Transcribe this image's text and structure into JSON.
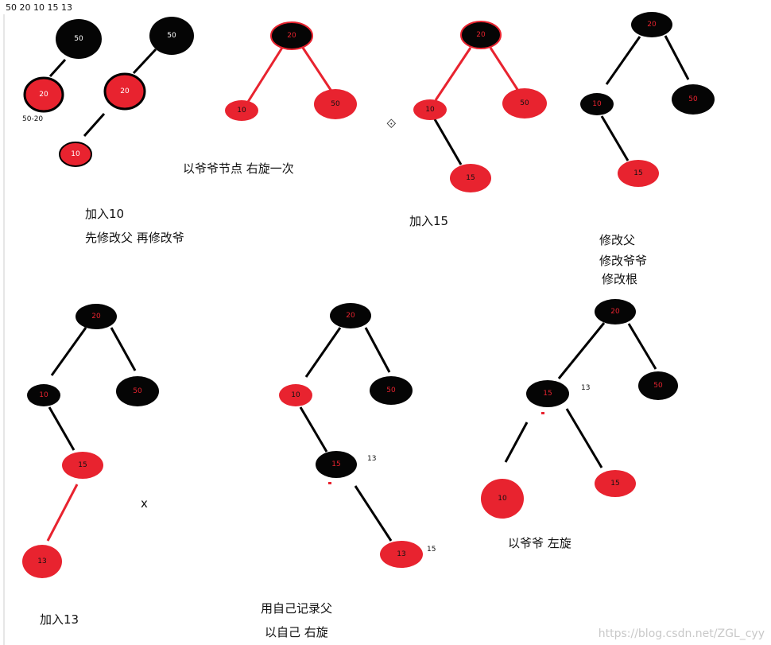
{
  "sequence": "50 20 10  15 13",
  "note_50_20": "50-20",
  "labels": {
    "add10": "加入10",
    "recolor_parent_then_grand": "先修改父 再修改爷",
    "rotate_right_grand": "以爷爷节点 右旋一次",
    "add15": "加入15",
    "recolor_parent": "修改父",
    "recolor_grandparent": "修改爷爷",
    "recolor_root": "修改根",
    "add13": "加入13",
    "x_mark": "x",
    "use_self_as_parent": "用自己记录父",
    "rotate_right_self": "以自己 右旋",
    "rotate_left_grand": "以爷爷 左旋"
  },
  "side_labels": {
    "n13a": "13",
    "n13b": "13",
    "n15": "15"
  },
  "watermark": "https://blog.csdn.net/ZGL_cyy",
  "colors": {
    "red": "#e8232f",
    "black": "#050505",
    "red_text": "#e8232f"
  },
  "nodes": {
    "d1_root": "50",
    "d1_left": "20",
    "d2_root": "50",
    "d2_mid": "20",
    "d2_leaf": "10",
    "d3_root": "20",
    "d3_left": "10",
    "d3_right": "50",
    "d4_root": "20",
    "d4_left": "10",
    "d4_right": "50",
    "d4_leaf": "15",
    "d5_root": "20",
    "d5_left": "10",
    "d5_right": "50",
    "d5_leaf": "15",
    "d6_root": "20",
    "d6_left": "10",
    "d6_right": "50",
    "d6_c": "15",
    "d6_d": "13",
    "d7_root": "20",
    "d7_left": "10",
    "d7_right": "50",
    "d7_c": "15",
    "d7_d": "13",
    "d8_root": "20",
    "d8_left": "15",
    "d8_right": "50",
    "d8_c": "10",
    "d8_d": "15"
  }
}
